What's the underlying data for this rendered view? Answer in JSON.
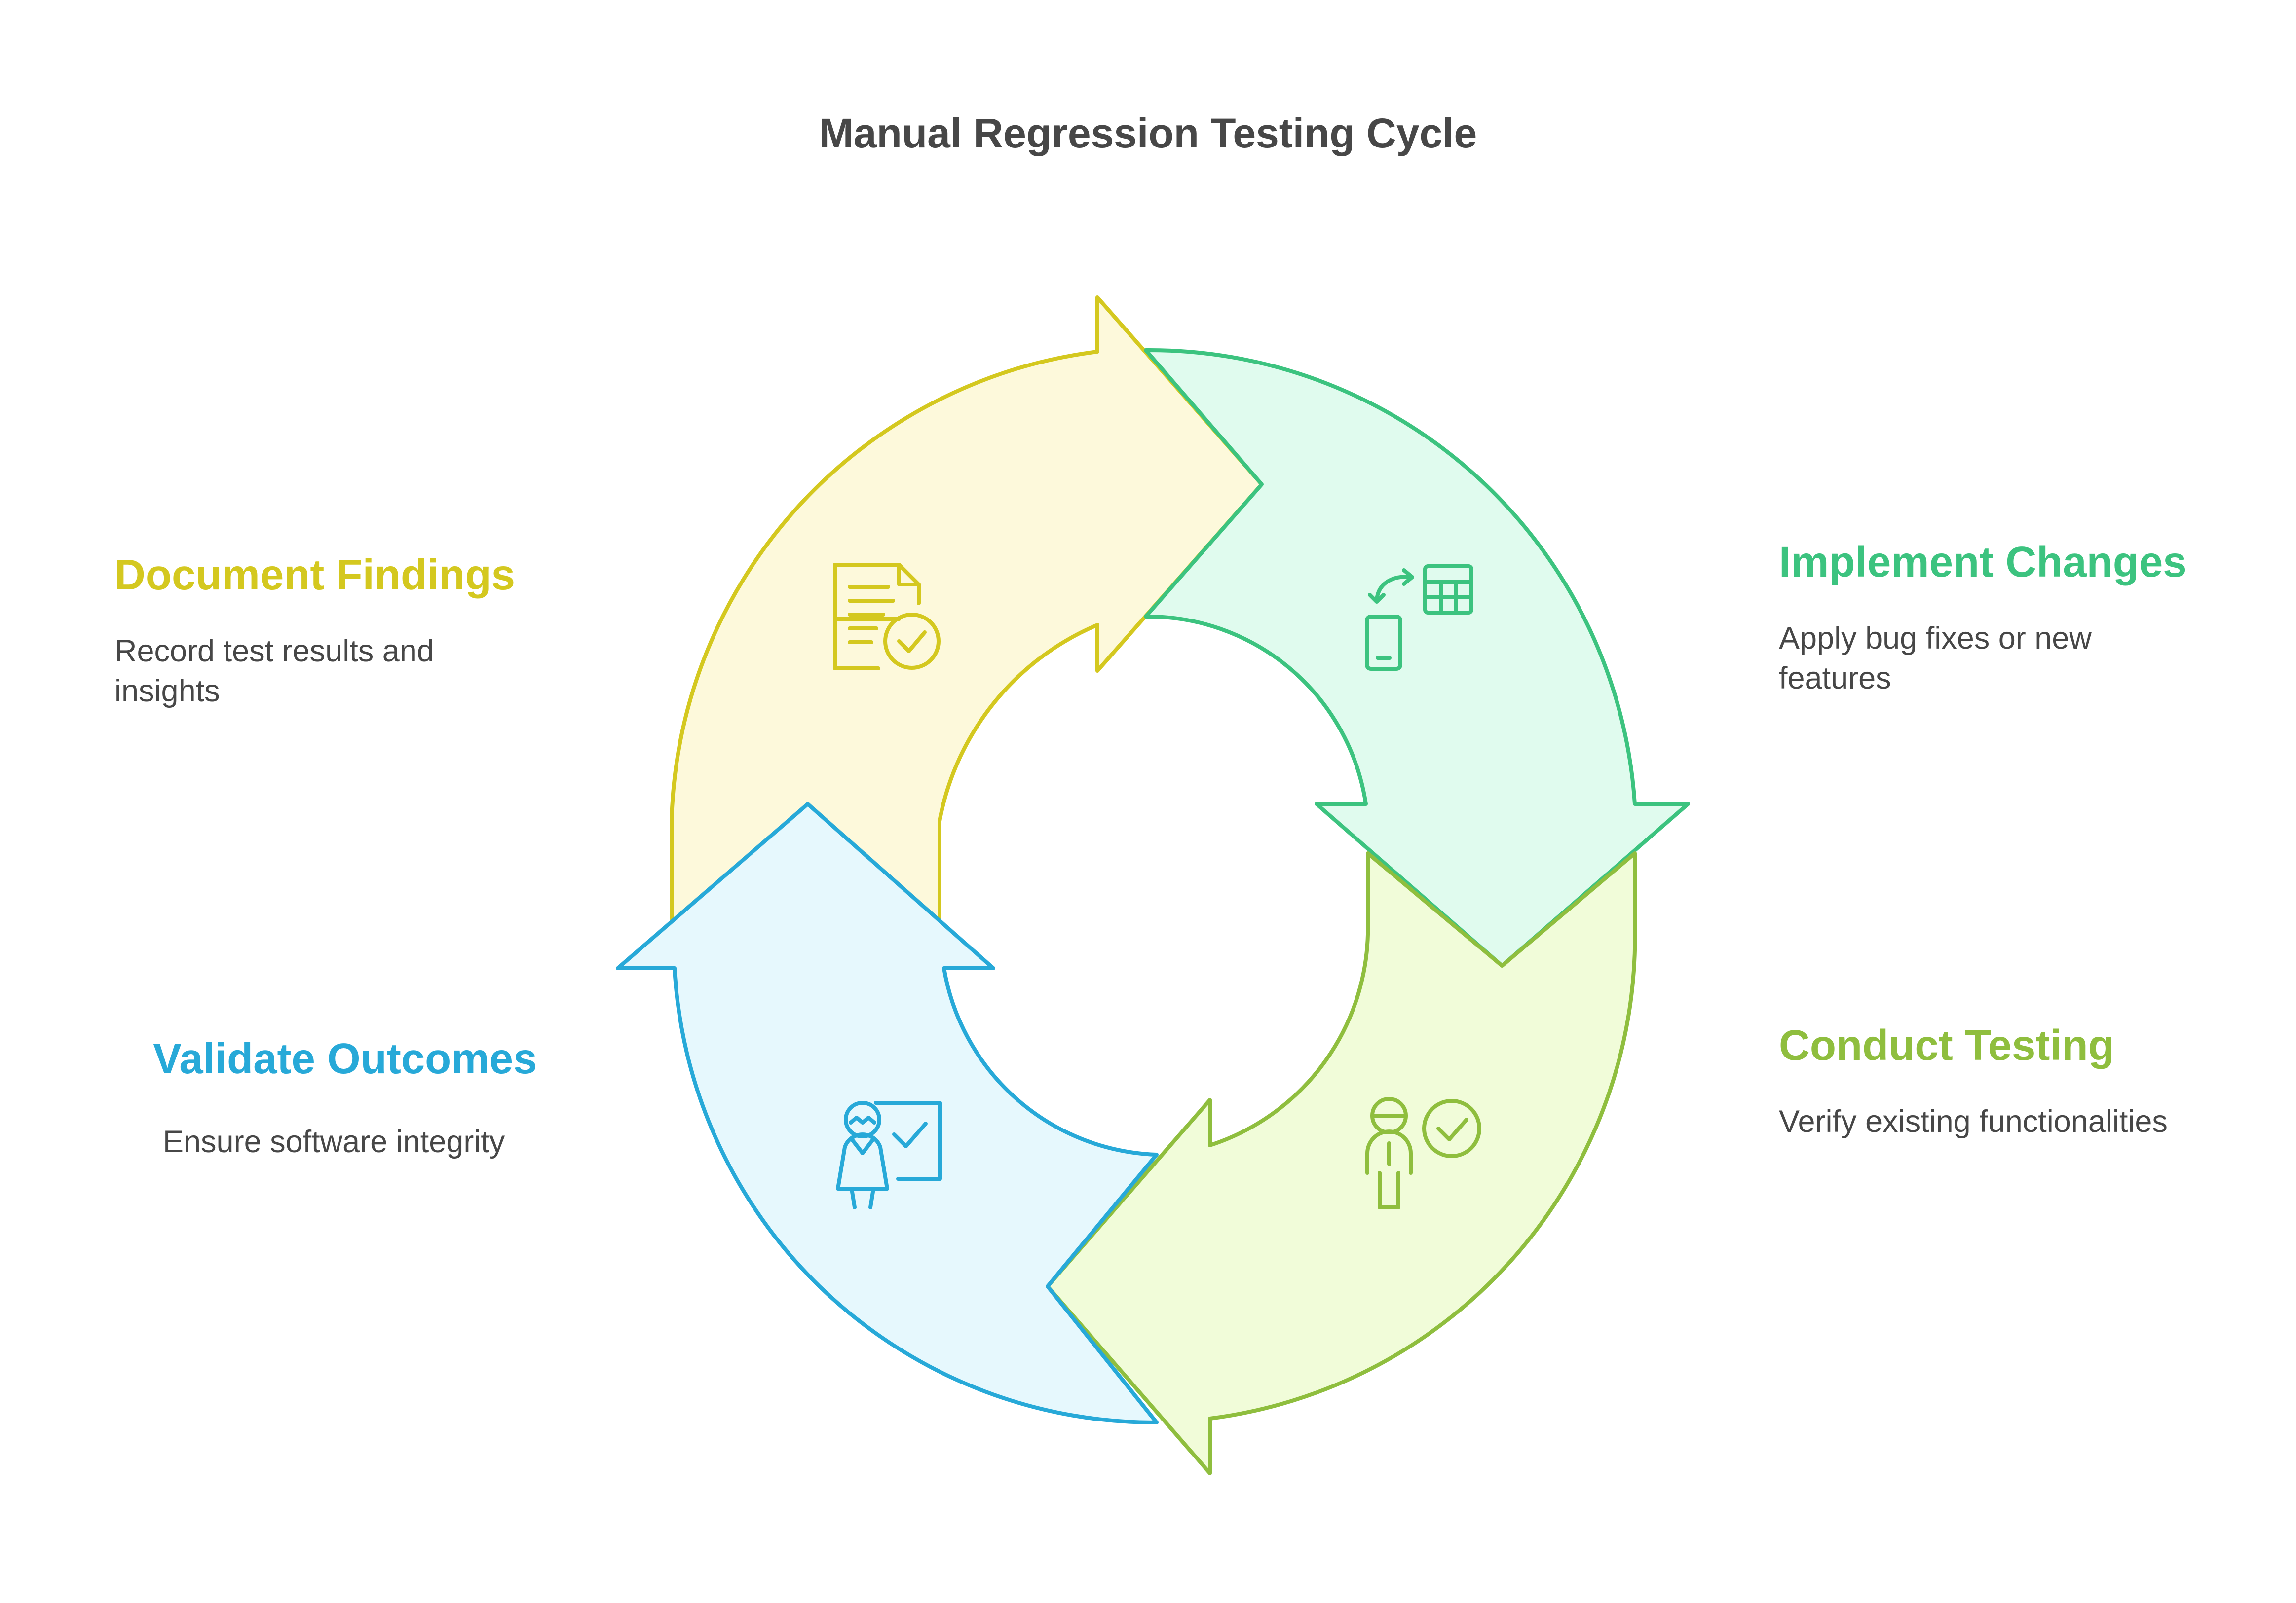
{
  "title": "Manual Regression Testing Cycle",
  "steps": [
    {
      "id": "document",
      "title": "Document Findings",
      "description": "Record test results and insights",
      "color": "#d4c81f",
      "fill": "#fdf9db",
      "icon": "document-check-icon"
    },
    {
      "id": "implement",
      "title": "Implement Changes",
      "description": "Apply bug fixes or new features",
      "color": "#3cc37f",
      "fill": "#e0fbee",
      "icon": "device-table-sync-icon"
    },
    {
      "id": "conduct",
      "title": "Conduct Testing",
      "description": "Verify existing functionalities",
      "color": "#8fbe3e",
      "fill": "#f1fcd9",
      "icon": "person-check-icon"
    },
    {
      "id": "validate",
      "title": "Validate Outcomes",
      "description": "Ensure software integrity",
      "color": "#27a9d8",
      "fill": "#e6f8fd",
      "icon": "presenter-check-icon"
    }
  ]
}
